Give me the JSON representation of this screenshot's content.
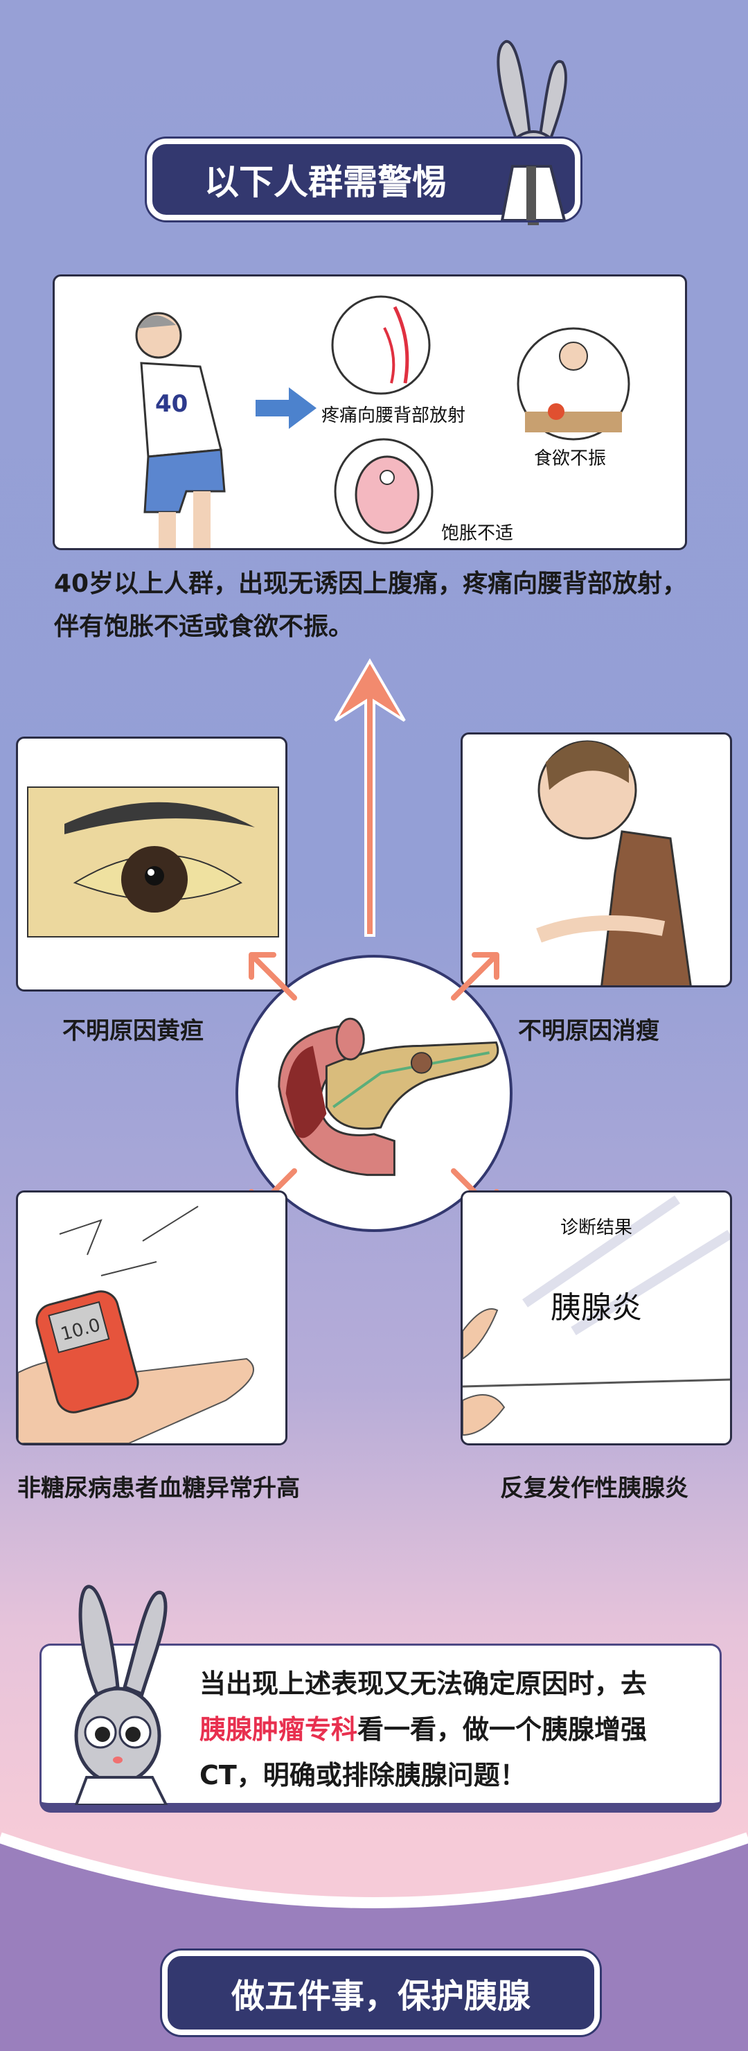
{
  "header": {
    "title": "以下人群需警惕"
  },
  "card1": {
    "labels": {
      "pain": "疼痛向腰背部放射",
      "bloating": "饱胀不适",
      "appetite": "食欲不振"
    },
    "shirt_number": "40",
    "description": [
      "40岁以上人群，出现无诱因上腹痛，疼痛向腰背部放射，",
      "伴有饱胀不适或食欲不振。"
    ]
  },
  "symptoms": [
    {
      "label": "不明原因黄疸"
    },
    {
      "label": "不明原因消瘦"
    },
    {
      "label": "非糖尿病患者血糖异常升高",
      "meter_reading": "10.0"
    },
    {
      "label": "反复发作性胰腺炎",
      "doc_title": "诊断结果",
      "doc_result": "胰腺炎"
    }
  ],
  "advice": {
    "line1": "当出现上述表现又无法确定原因时，去",
    "highlight": "胰腺肿瘤专科",
    "line2_rest": "看一看，做一个胰腺增强",
    "line3": "CT，明确或排除胰腺问题！"
  },
  "footer": {
    "title": "做五件事，保护胰腺"
  },
  "colors": {
    "navy": "#33386f",
    "arrow": "#f28a6e",
    "highlight": "#e8304f",
    "bottom_purple": "#9a7fbd"
  }
}
